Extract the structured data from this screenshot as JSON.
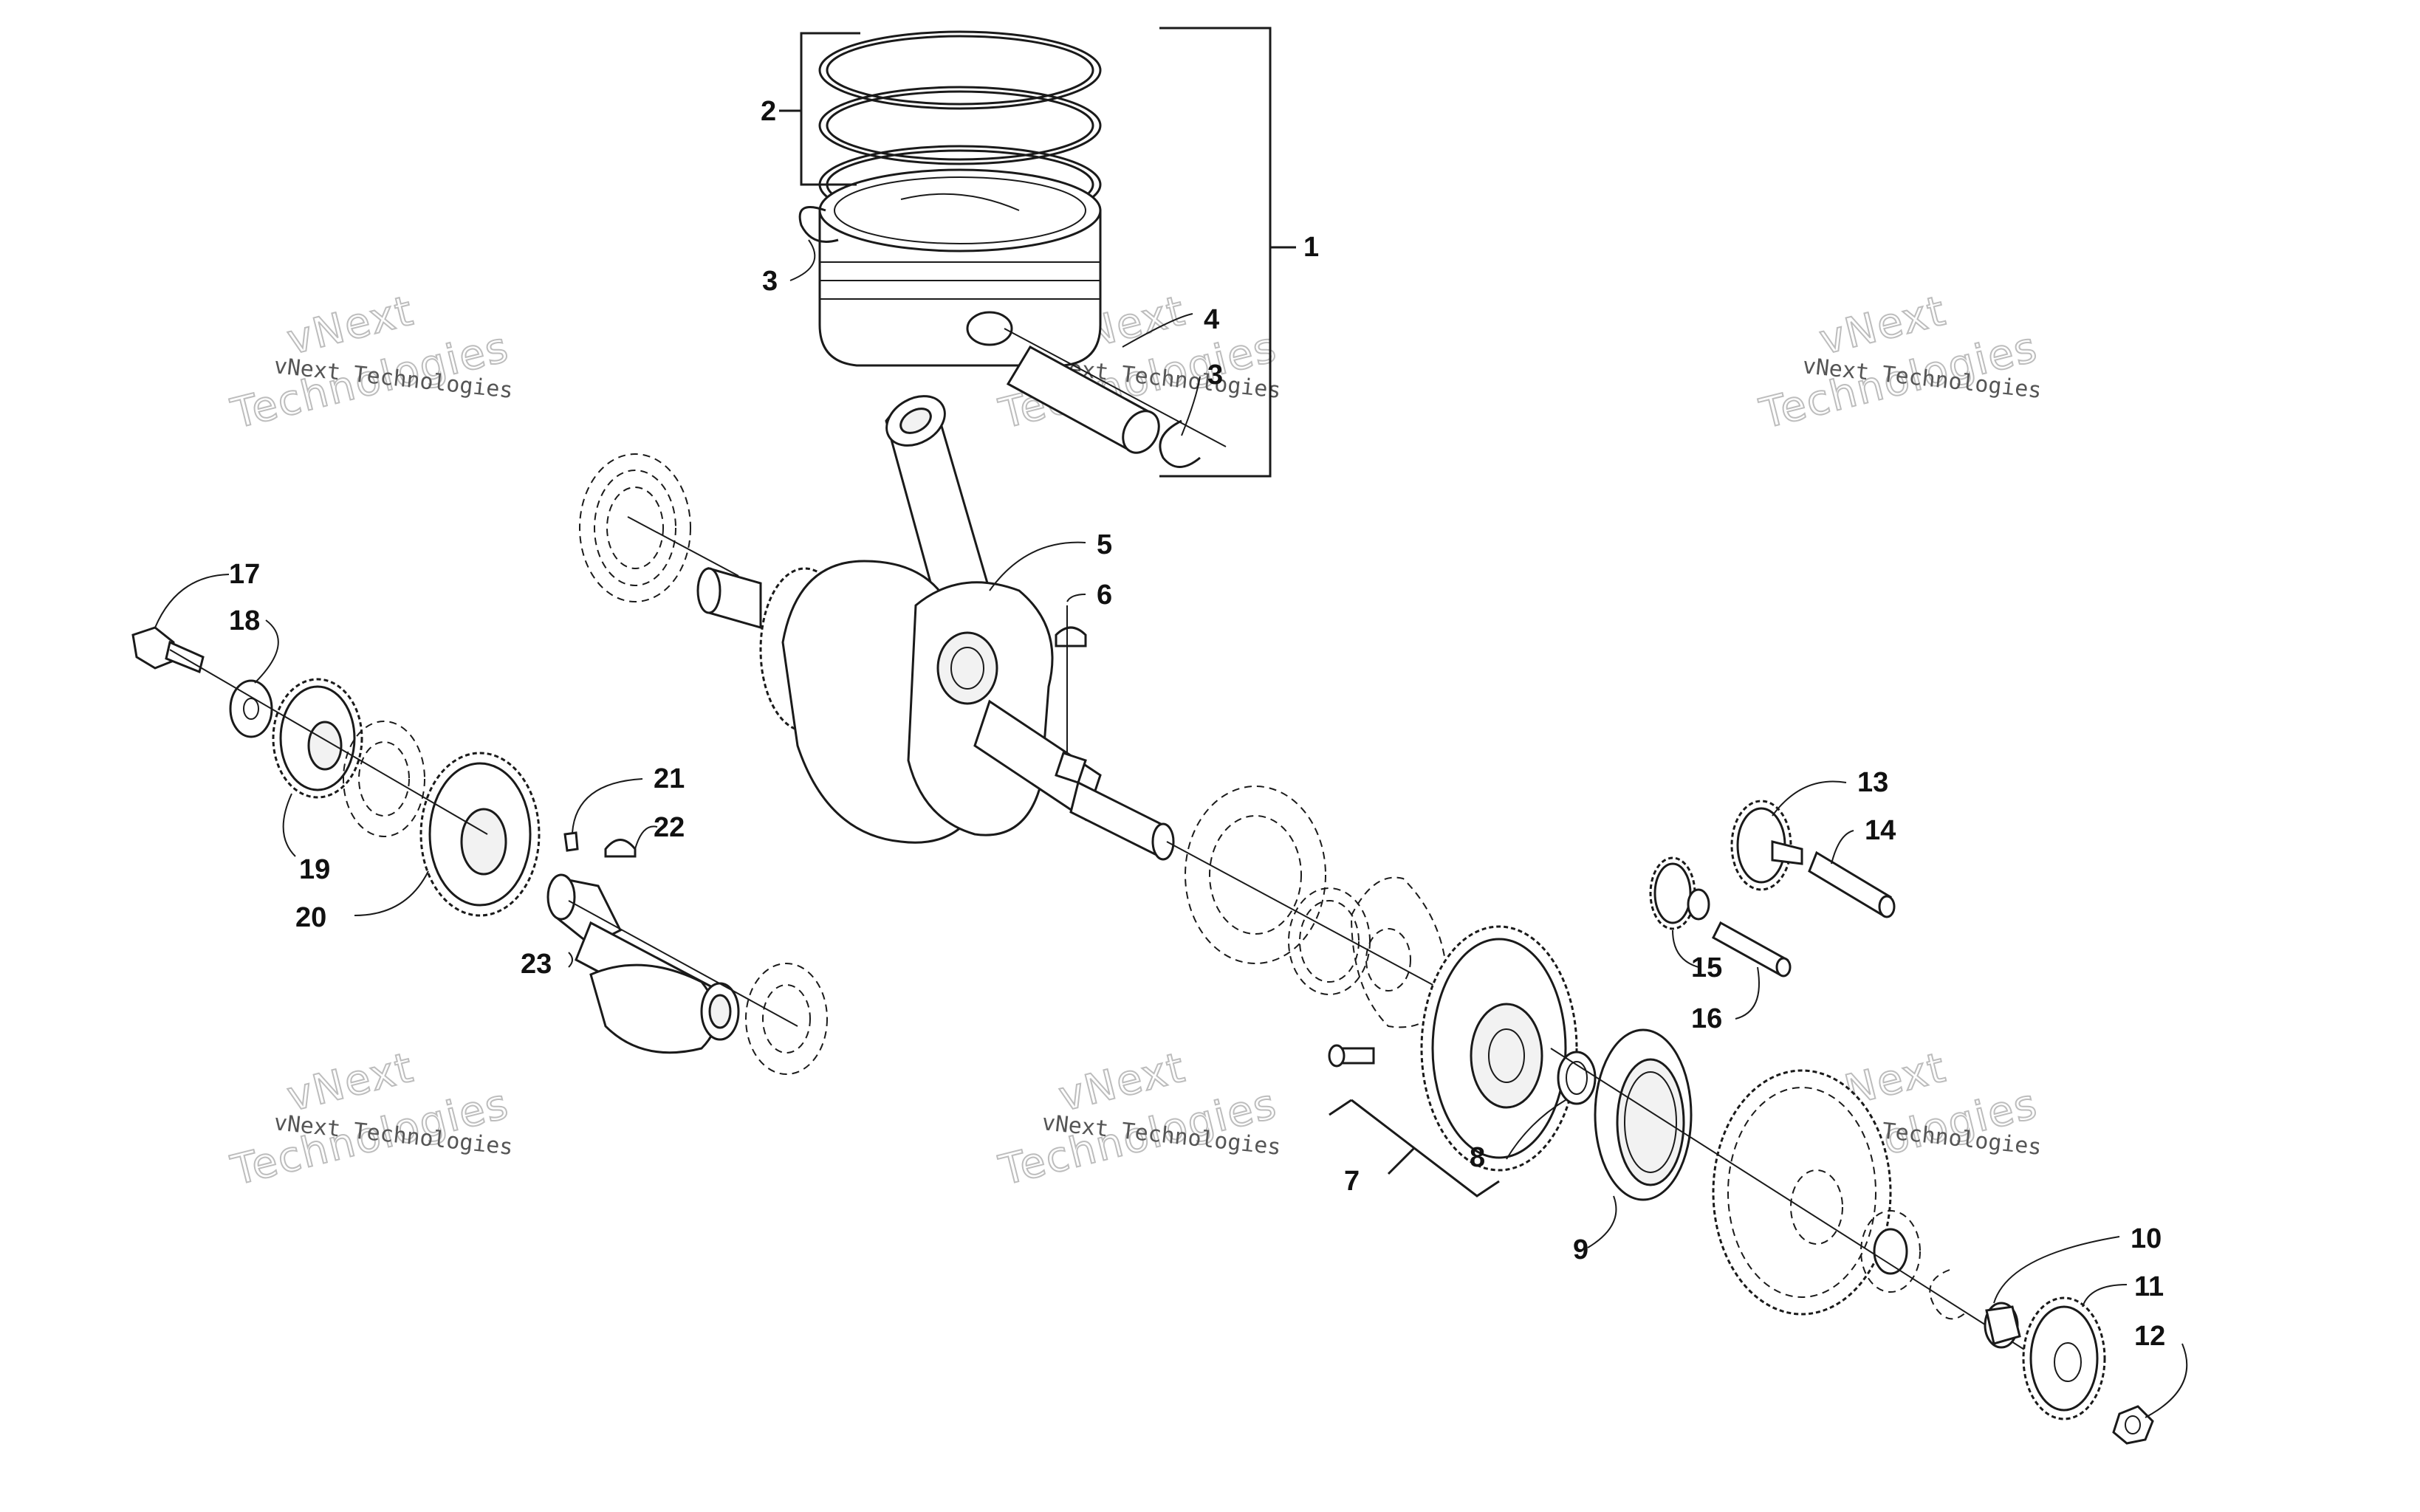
{
  "callouts": [
    {
      "id": "1",
      "label": "1"
    },
    {
      "id": "2",
      "label": "2"
    },
    {
      "id": "3a",
      "label": "3"
    },
    {
      "id": "3b",
      "label": "3"
    },
    {
      "id": "4",
      "label": "4"
    },
    {
      "id": "5",
      "label": "5"
    },
    {
      "id": "6",
      "label": "6"
    },
    {
      "id": "7",
      "label": "7"
    },
    {
      "id": "8",
      "label": "8"
    },
    {
      "id": "9",
      "label": "9"
    },
    {
      "id": "10",
      "label": "10"
    },
    {
      "id": "11",
      "label": "11"
    },
    {
      "id": "12",
      "label": "12"
    },
    {
      "id": "13",
      "label": "13"
    },
    {
      "id": "14",
      "label": "14"
    },
    {
      "id": "15",
      "label": "15"
    },
    {
      "id": "16",
      "label": "16"
    },
    {
      "id": "17",
      "label": "17"
    },
    {
      "id": "18",
      "label": "18"
    },
    {
      "id": "19",
      "label": "19"
    },
    {
      "id": "20",
      "label": "20"
    },
    {
      "id": "21",
      "label": "21"
    },
    {
      "id": "22",
      "label": "22"
    },
    {
      "id": "23",
      "label": "23"
    }
  ],
  "watermark": {
    "line1": "vNext Technologies",
    "line2a": "vNext",
    "line2b": "Technologies"
  },
  "colors": {
    "ink": "#1a1a1a",
    "background": "#ffffff",
    "watermark_outline": "#bdbdbd"
  }
}
